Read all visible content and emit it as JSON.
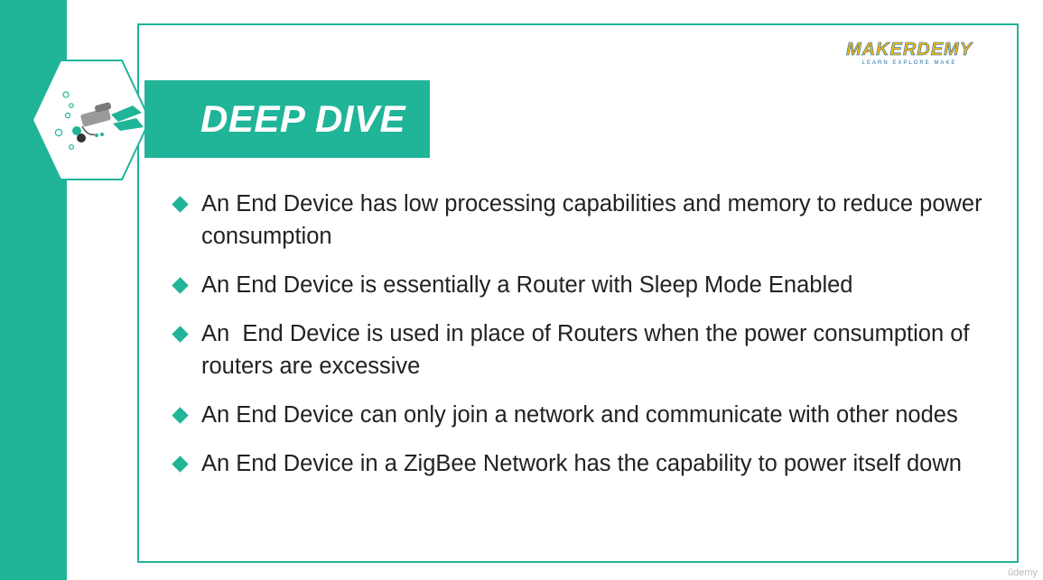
{
  "slide": {
    "title": "DEEP DIVE",
    "logo": {
      "name": "MAKERDEMY",
      "tagline": "LEARN EXPLORE MAKE"
    },
    "bullets": [
      "An End Device has low processing capabilities and memory to reduce power consumption",
      "An End Device is essentially a Router with Sleep Mode Enabled",
      "An  End Device is used in place of Routers when the power consumption of routers are excessive",
      "An End Device can only join a network and communicate with other nodes",
      "An End Device in a ZigBee Network has the capability to power itself down"
    ],
    "watermark": "ûdemy"
  },
  "colors": {
    "accent": "#20b498",
    "text": "#222222",
    "logo_yellow": "#f2b715",
    "logo_blue": "#1e6fa8"
  },
  "icons": {
    "hexagon": "scuba-diver-icon",
    "bullet": "diamond-bullet-icon"
  }
}
